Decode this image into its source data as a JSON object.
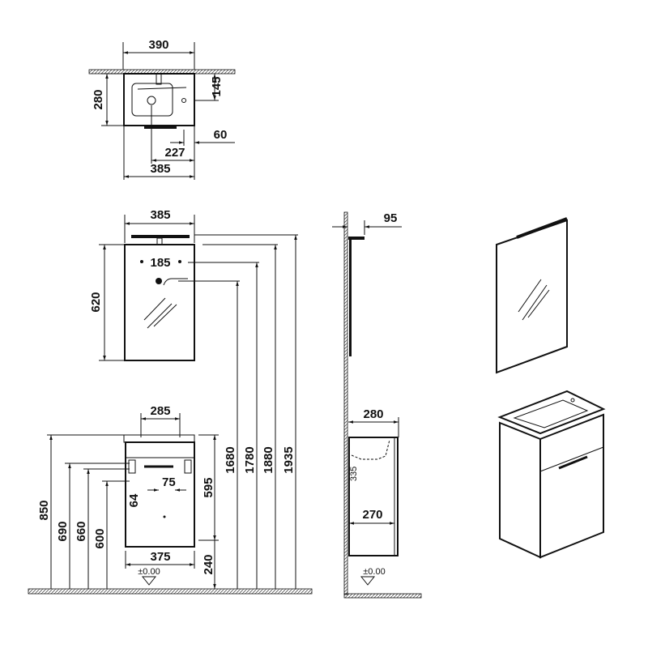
{
  "top_view": {
    "width_top": "390",
    "depth": "280",
    "tap_offset": "145",
    "overhang": "60",
    "drain_offset": "227",
    "width_bottom": "385"
  },
  "mirror_front": {
    "width": "385",
    "height": "620",
    "fixing_spacing": "185"
  },
  "heights": {
    "socket": "1680",
    "fixing": "1780",
    "mirror_top": "1880",
    "light_top": "1935"
  },
  "cabinet_front": {
    "basin_width": "285",
    "cabinet_width": "375",
    "basin_top": "850",
    "h690": "690",
    "h660": "660",
    "h600": "600",
    "cabinet_height": "595",
    "floor_gap": "240",
    "waste_spacing": "75",
    "waste_drop": "64",
    "floor_level": "±0.00"
  },
  "side_view": {
    "mirror_depth": "95",
    "basin_depth": "280",
    "cabinet_depth": "270",
    "trap_label": "335",
    "floor_level": "±0.00"
  }
}
